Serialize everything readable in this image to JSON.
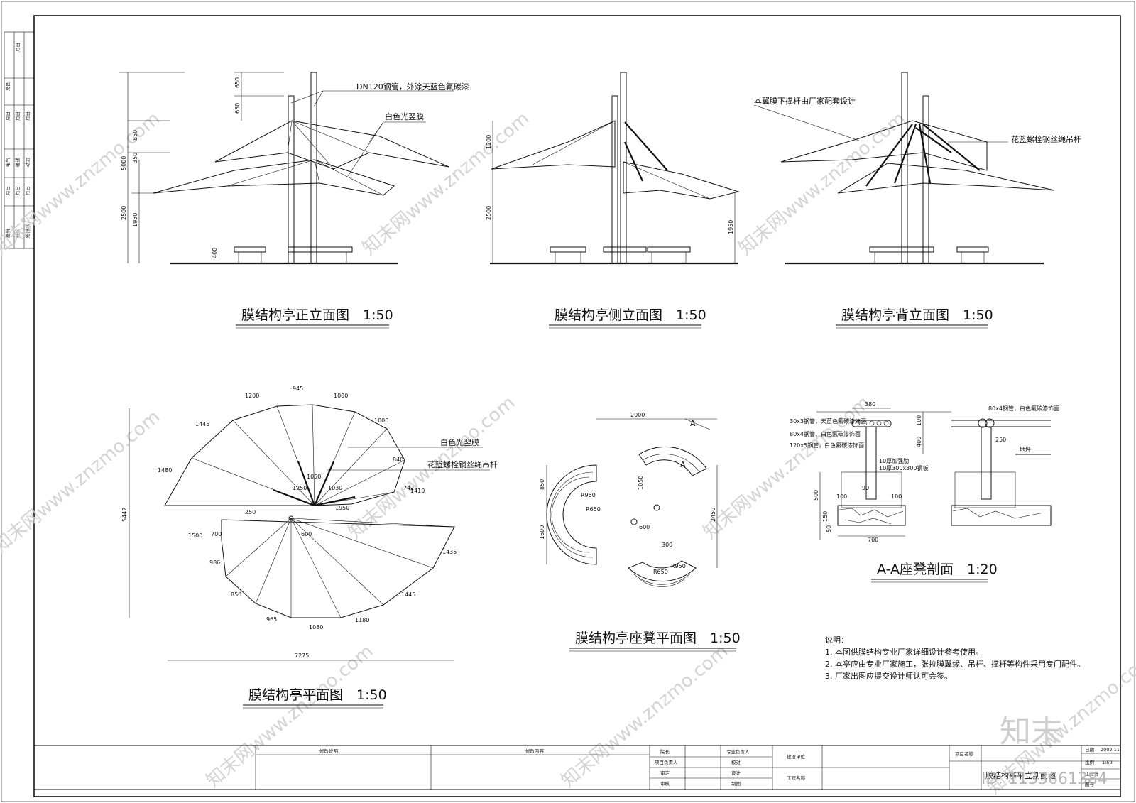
{
  "views": {
    "front_title": "膜结构亭正立面图　1:50",
    "side_title": "膜结构亭侧立面图　1:50",
    "back_title": "膜结构亭背立面图　1:50",
    "plan_title": "膜结构亭平面图　1:50",
    "seat_plan_title": "膜结构亭座凳平面图　1:50",
    "section_title": "A-A座凳剖面　1:20"
  },
  "labels": {
    "pipe": "DN120钢管，外涂天蓝色氟碳漆",
    "membrane": "白色光翌膜",
    "strut_note": "本翼膜下撑杆由厂家配套设计",
    "rod": "花篮螺栓钢丝绳吊杆",
    "plan_membrane": "白色光翌膜",
    "plan_rod": "花篮螺栓钢丝绳吊杆",
    "section_a": "A",
    "sec_pipe1": "30x3钢管，天蓝色氟碳漆饰面",
    "sec_pipe2": "80x4钢管，白色氟碳漆饰面",
    "sec_pipe3": "120x5钢管，白色氟碳漆饰面",
    "sec_pipe4": "80x4钢管，白色氟碳漆饰面",
    "sec_ground": "地坪",
    "sec_bolt": "10厚加强肋",
    "sec_plate": "10厚300x300钢板"
  },
  "dims": {
    "front": [
      "650",
      "650",
      "850",
      "350",
      "5000",
      "2500",
      "1950",
      "400"
    ],
    "side": [
      "1200",
      "2500",
      "1950"
    ],
    "plan_top": [
      "1200",
      "945",
      "1000",
      "1445",
      "1000",
      "840",
      "1480",
      "742"
    ],
    "plan_mid": [
      "1250",
      "1050",
      "1030",
      "1950",
      "1410",
      "250",
      "1500",
      "700",
      "600"
    ],
    "plan_bottom": [
      "5442",
      "986",
      "850",
      "965",
      "1080",
      "1180",
      "1445",
      "1435",
      "7275"
    ],
    "seat": [
      "2000",
      "R950",
      "R650",
      "850",
      "1600",
      "1050",
      "600",
      "2450",
      "300",
      "R650",
      "R950"
    ],
    "section": [
      "380",
      "100",
      "400",
      "250",
      "500",
      "100",
      "150",
      "50",
      "90",
      "100",
      "700"
    ]
  },
  "notes": {
    "heading": "说明：",
    "items": [
      "1. 本图供膜结构专业厂家详细设计参考使用。",
      "2. 本亭应由专业厂家施工，张拉膜翼缘、吊杆、撑杆等构件采用专门配件。",
      "3. 厂家出图应提交设计师认可会签。"
    ]
  },
  "side_strip": [
    "月日",
    "总图",
    "月日",
    "月日",
    "月日",
    "电气",
    "暖通",
    "动力",
    "月日",
    "月日",
    "月日",
    "建筑",
    "结构",
    "给排水"
  ],
  "title_block": {
    "rev_note": "修改说明",
    "rev_content": "修改内容",
    "r1": [
      "院长",
      "专业负责人"
    ],
    "r2": [
      "项目负责人",
      "校对"
    ],
    "r3": [
      "审定",
      "设计"
    ],
    "r4": [
      "审核",
      "制图"
    ],
    "client": "建设单位",
    "project": "工程名称",
    "project_no": "项目名称",
    "drawing_name": "膜结构亭平立剖面图",
    "date_label": "日期",
    "date": "2002.11",
    "scale_label": "比例",
    "scale": "1:50",
    "dwg_no_label": "图号",
    "sheet_label": "工程号"
  },
  "watermark": {
    "site": "知末网www.znzmo.com",
    "logo": "知末",
    "id": "ID: 1133661384"
  }
}
